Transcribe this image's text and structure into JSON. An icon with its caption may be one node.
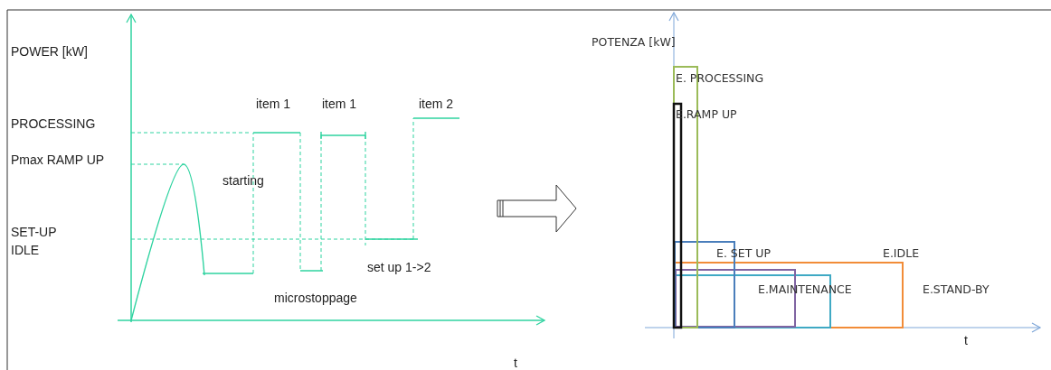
{
  "diagram": {
    "labels": [
      "POWER [kW]",
      "PROCESSING",
      "Pmax RAMP UP",
      "SET-UP",
      "IDLE",
      "item 1",
      "item 1",
      "item 2",
      "starting",
      "set up 1->2",
      "microstoppage",
      "t",
      "POTENZA [kW]",
      "E. PROCESSING",
      "E.RAMP UP",
      "E. SET UP",
      "E.IDLE",
      "E.MAINTENANCE",
      "E.STAND-BY",
      "t"
    ]
  }
}
